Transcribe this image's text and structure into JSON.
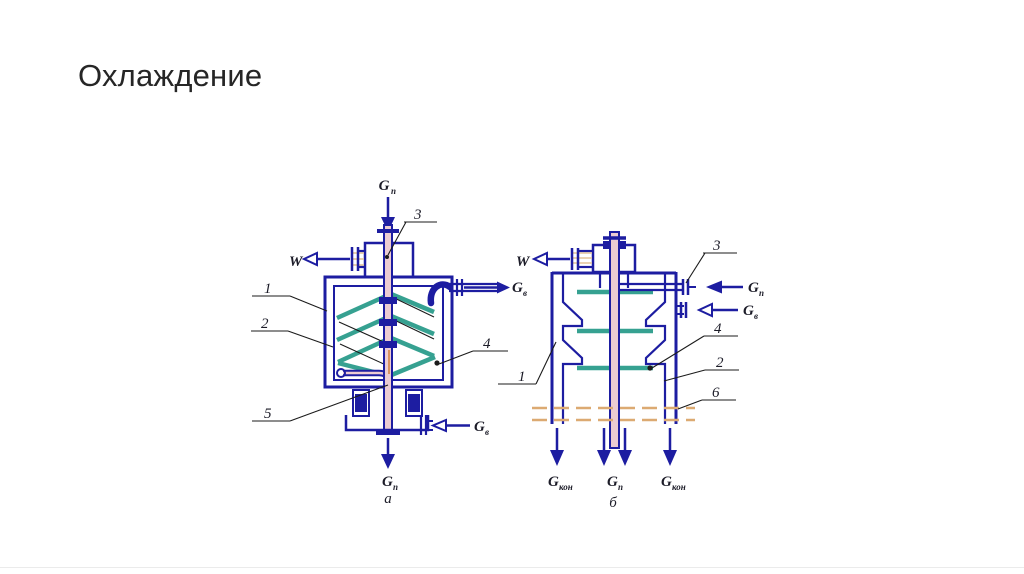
{
  "slide": {
    "title": "Охлаждение"
  },
  "figure": {
    "diagram_a": {
      "caption": "а",
      "part_numbers": {
        "n1": "1",
        "n2": "2",
        "n3": "3",
        "n4": "4",
        "n5": "5"
      },
      "flows": {
        "feed_in": {
          "main": "G",
          "sub": "п"
        },
        "vapor_out": {
          "main": "W",
          "sub": ""
        },
        "water_out": {
          "main": "G",
          "sub": "в"
        },
        "water_in": {
          "main": "G",
          "sub": "в"
        },
        "product_out": {
          "main": "G",
          "sub": "п"
        }
      }
    },
    "diagram_b": {
      "caption": "б",
      "part_numbers": {
        "n1": "1",
        "n2": "2",
        "n3": "3",
        "n4": "4",
        "n6": "6"
      },
      "flows": {
        "vapor_out": {
          "main": "W",
          "sub": ""
        },
        "feed_in": {
          "main": "G",
          "sub": "п"
        },
        "water_in": {
          "main": "G",
          "sub": "в"
        },
        "left_out": {
          "main": "G",
          "sub": "кон"
        },
        "center_out": {
          "main": "G",
          "sub": "п"
        },
        "right_out": {
          "main": "G",
          "sub": "кон"
        }
      }
    },
    "colors": {
      "line_blue": "#1d1da1",
      "plate_teal": "#36a191",
      "core_pink": "#ecccd2",
      "dash_tan": "#dcaa72",
      "flange_tan": "#e3c49a",
      "label_ink": "#1c1c28"
    }
  }
}
